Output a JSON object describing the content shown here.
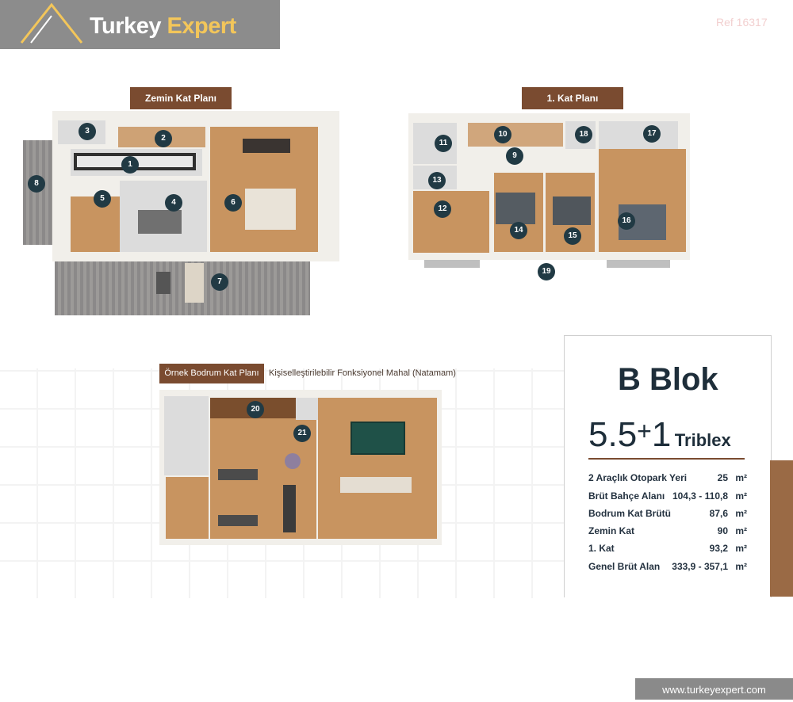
{
  "header": {
    "logo_turkey": "Turkey",
    "logo_expert": "Expert",
    "ref": "Ref 16317"
  },
  "plans": {
    "ground_title": "Zemin Kat Planı",
    "first_title": "1. Kat Planı",
    "basement_title": "Örnek Bodrum Kat Planı",
    "basement_note": "Kişiselleştirilebilir Fonksiyonel Mahal (Natamam)"
  },
  "markers": {
    "m1": "1",
    "m2": "2",
    "m3": "3",
    "m4": "4",
    "m5": "5",
    "m6": "6",
    "m7": "7",
    "m8": "8",
    "m9": "9",
    "m10": "10",
    "m11": "11",
    "m12": "12",
    "m13": "13",
    "m14": "14",
    "m15": "15",
    "m16": "16",
    "m17": "17",
    "m18": "18",
    "m19": "19",
    "m20": "20",
    "m21": "21"
  },
  "info": {
    "block": "B Blok",
    "rooms_a": "5.5",
    "rooms_plus": "+",
    "rooms_b": "1",
    "type": "Triblex",
    "specs": [
      {
        "label": "2 Araçlık Otopark Yeri",
        "value": "25",
        "unit": "m²"
      },
      {
        "label": "Brüt Bahçe Alanı",
        "value": "104,3 - 110,8",
        "unit": "m²"
      },
      {
        "label": "Bodrum Kat Brütü",
        "value": "87,6",
        "unit": "m²"
      },
      {
        "label": "Zemin Kat",
        "value": "90",
        "unit": "m²"
      },
      {
        "label": "1. Kat",
        "value": "93,2",
        "unit": "m²"
      },
      {
        "label": "Genel Brüt Alan",
        "value": "333,9 - 357,1",
        "unit": "m²"
      }
    ]
  },
  "footer": {
    "website": "www.turkeyexpert.com"
  }
}
